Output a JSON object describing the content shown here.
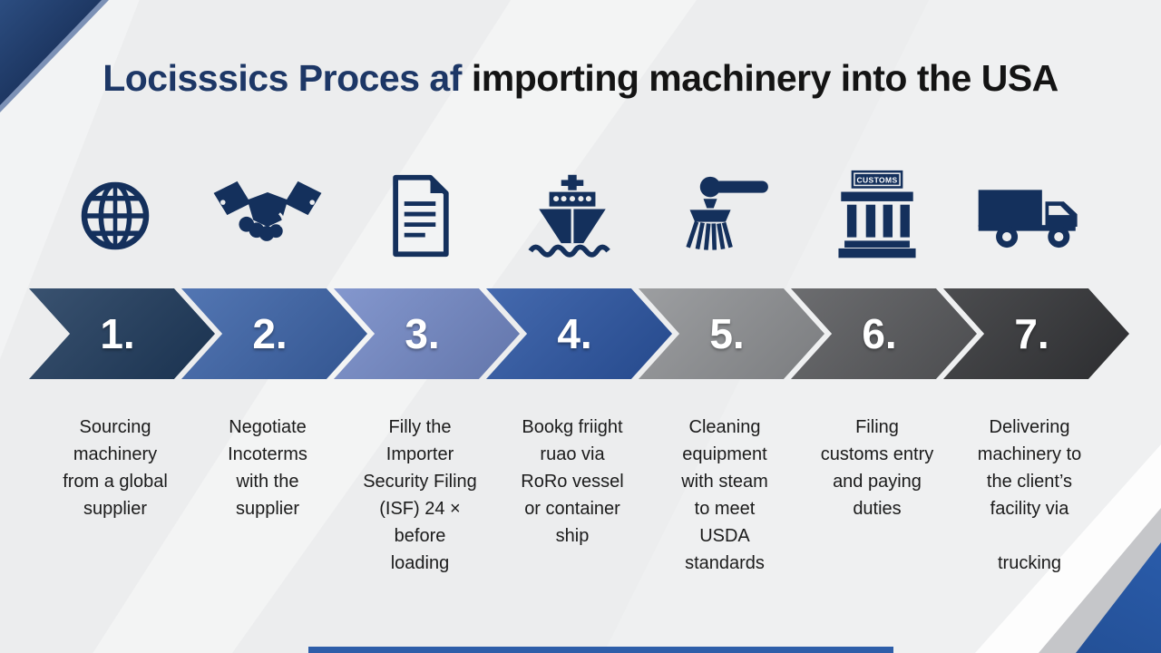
{
  "title": {
    "part1": "Locisssics Proces af",
    "part2": "importing machinery into the USA"
  },
  "steps": [
    {
      "number": "1.",
      "icon": "globe-icon",
      "arrow_color": "#1e3a5c",
      "description": "Sourcing\nmachinery\nfrom a global\nsupplier"
    },
    {
      "number": "2.",
      "icon": "handshake-icon",
      "arrow_color": "#3b63a8",
      "description": "Negotiate\nIncoterms\nwith the\nsupplier"
    },
    {
      "number": "3.",
      "icon": "document-icon",
      "arrow_color": "#7389c7",
      "description": "Filly the\nImporter\nSecurity Filing\n(ISF) 24 ×\nbefore\nloading"
    },
    {
      "number": "4.",
      "icon": "cargo-ship-icon",
      "arrow_color": "#2b55a3",
      "description": "Bookg friight\nruao via\nRoRo vessel\nor container\nship"
    },
    {
      "number": "5.",
      "icon": "steam-brush-icon",
      "arrow_color": "#8f9194",
      "description": "Cleaning\nequipment\nwith steam\nto meet\nUSDA\nstandards"
    },
    {
      "number": "6.",
      "icon": "customs-building-icon",
      "arrow_color": "#58595c",
      "sign_label": "CUSTOMS",
      "description": "Filing\ncustoms entry\nand paying\nduties"
    },
    {
      "number": "7.",
      "icon": "truck-icon",
      "arrow_color": "#333437",
      "description": "Delivering\nmachinery to\nthe client’s\nfacility via\n\ntrucking"
    }
  ],
  "colors": {
    "background": "#ecedee",
    "title_highlight": "#1d3766",
    "title_main": "#141414",
    "icon": "#14305c",
    "step_text": "#1b1b1b",
    "bottom_bar": "#2e5ea9"
  }
}
